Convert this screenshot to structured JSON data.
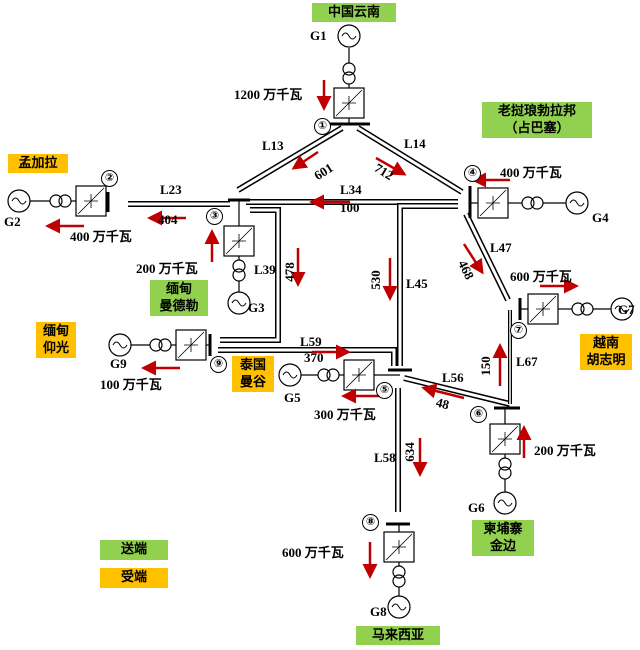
{
  "regions": {
    "yunnan": "中国云南",
    "laos": "老挝琅勃拉邦\n（占巴塞）",
    "bangladesh": "孟加拉",
    "myanmar_mandalay": "缅甸\n曼德勒",
    "myanmar_yangon": "缅甸\n仰光",
    "thailand": "泰国\n曼谷",
    "vietnam": "越南\n胡志明",
    "cambodia": "柬埔寨\n金边",
    "malaysia": "马来西亚"
  },
  "generators": [
    "G1",
    "G2",
    "G3",
    "G4",
    "G5",
    "G6",
    "G7",
    "G8",
    "G9"
  ],
  "nodes": [
    "①",
    "②",
    "③",
    "④",
    "⑤",
    "⑥",
    "⑦",
    "⑧",
    "⑨"
  ],
  "powers": {
    "p1": "1200 万千瓦",
    "p2": "400 万千瓦",
    "p3": "200 万千瓦",
    "p4": "400 万千瓦",
    "p5": "300 万千瓦",
    "p6": "200 万千瓦",
    "p7": "600 万千瓦",
    "p8": "600 万千瓦",
    "p9": "100 万千瓦"
  },
  "lines": {
    "L13": "L13",
    "L14": "L14",
    "L23": "L23",
    "L34": "L34",
    "L39": "L39",
    "L45": "L45",
    "L47": "L47",
    "L59": "L59",
    "L56": "L56",
    "L67": "L67",
    "L58": "L58"
  },
  "flows": {
    "f13": "601",
    "f14": "712",
    "f23": "404",
    "f34": "100",
    "f39": "478",
    "f45": "530",
    "f47": "468",
    "f59": "370",
    "f56": "48",
    "f67": "150",
    "f58": "634"
  },
  "legend": {
    "send": "送端",
    "receive": "受端",
    "send_color": "#92d050",
    "receive_color": "#ffc000"
  },
  "colors": {
    "arrow": "#c00000",
    "green": "#92d050",
    "orange": "#ffc000"
  }
}
